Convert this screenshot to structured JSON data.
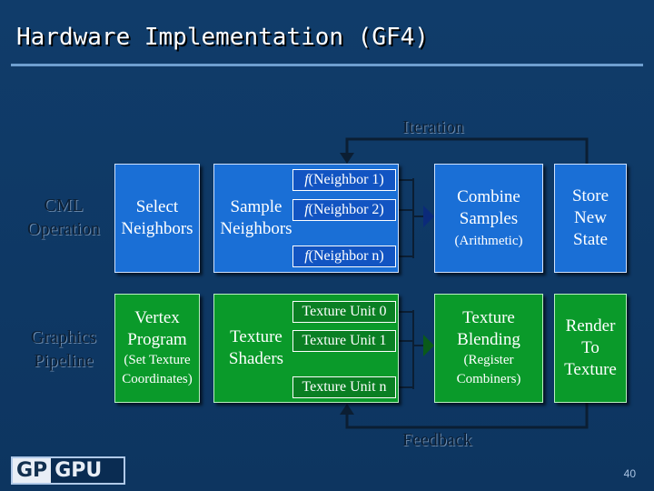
{
  "title": "Hardware Implementation (GF4)",
  "row_labels": {
    "cml": [
      "CML",
      "Operation"
    ],
    "graphics": [
      "Graphics",
      "Pipeline"
    ]
  },
  "top_row": {
    "select": [
      "Select",
      "Neighbors"
    ],
    "sample": [
      "Sample",
      "Neighbors"
    ],
    "f_prefix": "f",
    "pills": [
      "(Neighbor 1)",
      "(Neighbor 2)",
      "(Neighbor n)"
    ],
    "combine": [
      "Combine",
      "Samples"
    ],
    "combine_sub": "(Arithmetic)",
    "store": [
      "Store",
      "New",
      "State"
    ]
  },
  "bottom_row": {
    "vertex": [
      "Vertex",
      "Program"
    ],
    "vertex_sub": [
      "(Set Texture",
      "Coordinates)"
    ],
    "shaders": [
      "Texture",
      "Shaders"
    ],
    "pills": [
      "Texture Unit 0",
      "Texture Unit 1",
      "Texture Unit n"
    ],
    "blending": [
      "Texture",
      "Blending"
    ],
    "blending_sub": [
      "(Register",
      "Combiners)"
    ],
    "render": [
      "Render",
      "To",
      "Texture"
    ]
  },
  "flow_labels": {
    "iteration": "Iteration",
    "feedback": "Feedback"
  },
  "logo": {
    "part1": "GP",
    "part2": "GPU"
  },
  "page_number": "40",
  "colors": {
    "background": "#0f3a66",
    "blue_box": "#1a6fd6",
    "green_box": "#0a9a2a",
    "arrow": "#0b1e33"
  }
}
